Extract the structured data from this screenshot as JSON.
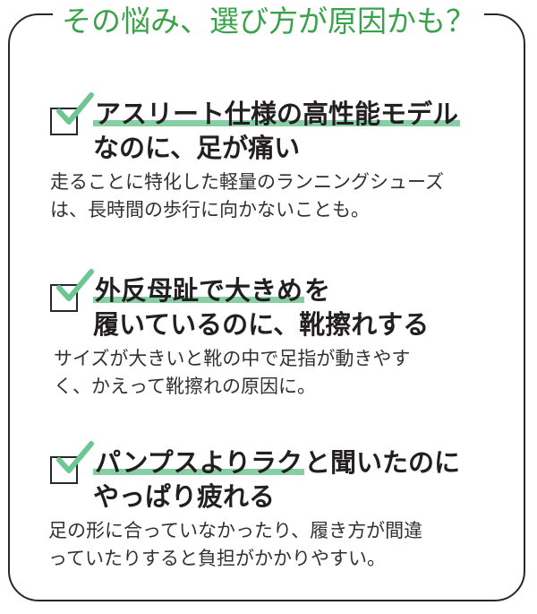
{
  "title": "その悩み、選び方が原因かも？",
  "colors": {
    "title_green": "#3aa24a",
    "highlight_green": "#86cfa2",
    "check_green": "#6cc793",
    "frame_border": "#2b2727",
    "text": "#231f20"
  },
  "items": [
    {
      "icon": "checkbox-checked-icon",
      "heading_highlight": "アスリート仕様の高性能モデル",
      "heading_rest": "",
      "heading_line2": "なのに、足が痛い",
      "description_line1": "走ることに特化した軽量のランニングシューズ",
      "description_line2": "は、長時間の歩行に向かないことも。"
    },
    {
      "icon": "checkbox-checked-icon",
      "heading_highlight": "外反母趾で大きめ",
      "heading_rest": "を",
      "heading_line2": "履いているのに、靴擦れする",
      "description_line1": "サイズが大きいと靴の中で足指が動きやす",
      "description_line2": "く、かえって靴擦れの原因に。"
    },
    {
      "icon": "checkbox-checked-icon",
      "heading_highlight": "パンプスよりラク",
      "heading_rest": "と聞いたのに",
      "heading_line2": "やっぱり疲れる",
      "description_line1": "足の形に合っていなかったり、履き方が間違",
      "description_line2": "っていたりすると負担がかかりやすい。"
    }
  ]
}
